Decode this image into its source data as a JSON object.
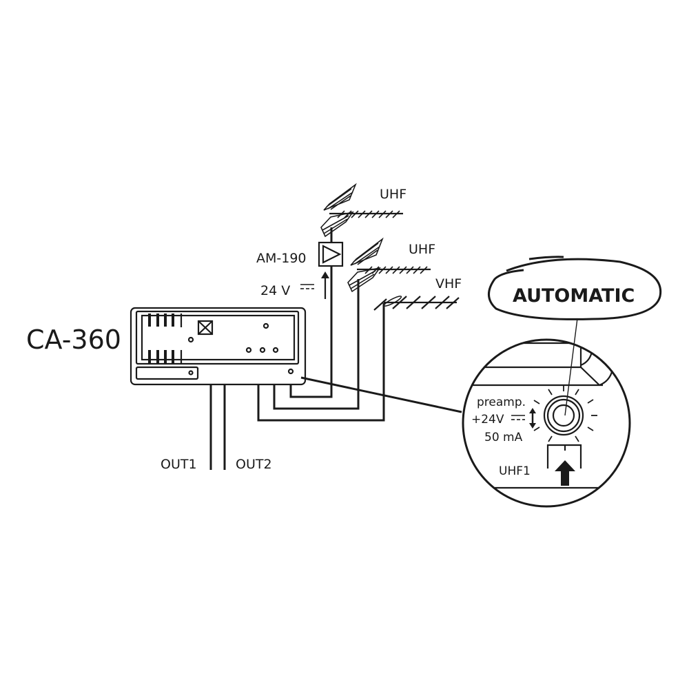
{
  "device": {
    "model": "CA-360"
  },
  "amplifier": {
    "model": "AM-190",
    "supply": "24 V"
  },
  "antennas": [
    {
      "label": "UHF"
    },
    {
      "label": "UHF"
    },
    {
      "label": "VHF"
    }
  ],
  "outputs": [
    "OUT1",
    "OUT2"
  ],
  "detail": {
    "mode": "AUTOMATIC",
    "preamp_label": "preamp.",
    "voltage": "+24V",
    "current": "50 mA",
    "input": "UHF1"
  }
}
